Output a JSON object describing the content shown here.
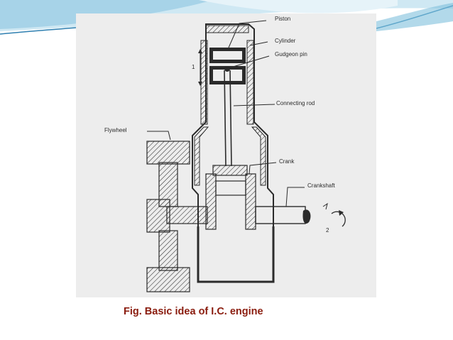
{
  "slide": {
    "caption": "Fig. Basic idea of I.C. engine",
    "colors": {
      "caption": "#8a1c0e",
      "wave_light": "#cfe8f3",
      "wave_mid": "#7fbfdc",
      "wave_dark": "#2e7fb0",
      "photo_background": "#ededed",
      "ink": "#2b2b2b"
    }
  },
  "diagram": {
    "labels": {
      "piston": "Piston",
      "cylinder": "Cylinder",
      "gudgeon_pin": "Gudgeon pin",
      "stroke_marker": "1",
      "connecting_rod": "Connecting rod",
      "flywheel": "Flywheel",
      "crank": "Crank",
      "crankshaft": "Crankshaft",
      "rotation_marker": "2"
    },
    "icons": {
      "rotation": "circular-arrow-icon",
      "stroke": "double-arrow-icon"
    }
  }
}
